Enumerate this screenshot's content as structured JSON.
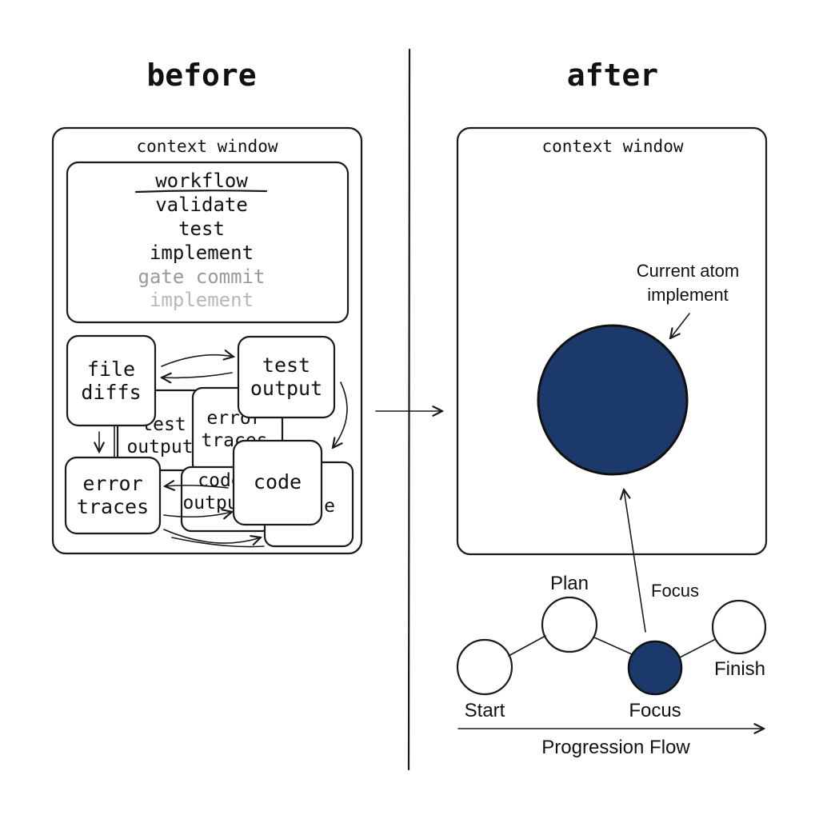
{
  "before": {
    "title": "before",
    "window_label": "context window",
    "workflow": {
      "heading": "workflow",
      "items": [
        "validate",
        "test",
        "implement"
      ],
      "faded_items": [
        "gate commit",
        "implement"
      ]
    },
    "boxes": {
      "file_diffs": [
        "file",
        "diffs"
      ],
      "test_output": [
        "test",
        "output"
      ],
      "error_traces": [
        "error",
        "traces"
      ],
      "code": "code",
      "ghost_test_output": [
        "test",
        "output"
      ],
      "ghost_error_traces": [
        "error",
        "traces"
      ],
      "ghost_code_output": [
        "code",
        "output"
      ],
      "ghost_code_tail": "e"
    }
  },
  "after": {
    "title": "after",
    "window_label": "context window",
    "atom_label": [
      "Current atom",
      "implement"
    ],
    "focus_arrow_label": "Focus",
    "nodes": {
      "start": "Start",
      "plan": "Plan",
      "focus": "Focus",
      "finish": "Finish"
    },
    "flow_label": "Progression Flow",
    "colors": {
      "atom": "#1b3a6b",
      "ink": "#1a1a1a"
    }
  }
}
